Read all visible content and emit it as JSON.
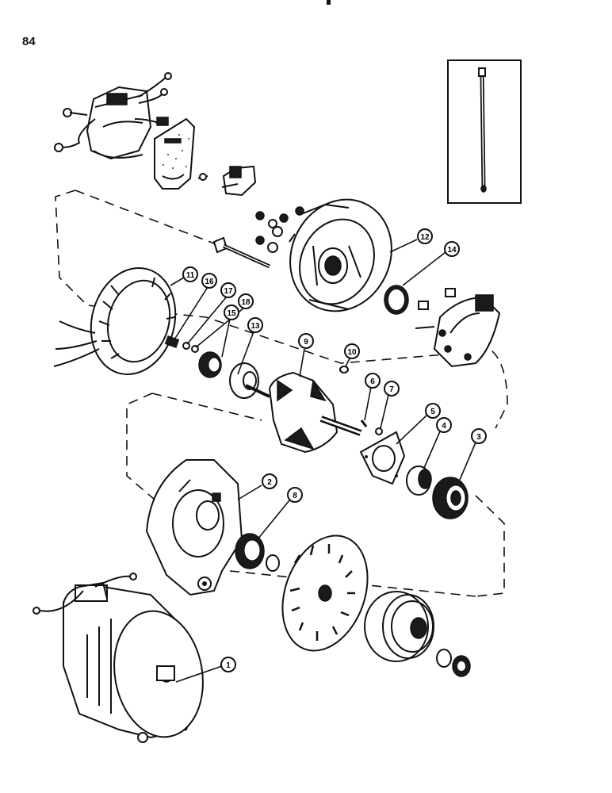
{
  "page_number": "84",
  "callouts": [
    "1",
    "2",
    "3",
    "4",
    "5",
    "6",
    "7",
    "8",
    "9",
    "10",
    "11",
    "12",
    "13",
    "14",
    "15",
    "16",
    "17",
    "18"
  ]
}
